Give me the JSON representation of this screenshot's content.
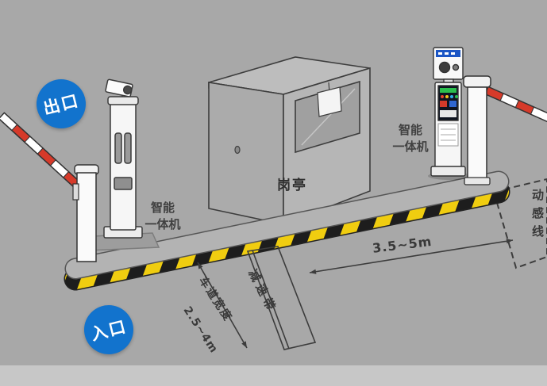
{
  "badges": {
    "exit": "出口",
    "entrance": "入口"
  },
  "booth": {
    "label": "岗亭"
  },
  "machines": {
    "left_label_line1": "智能",
    "left_label_line2": "一体机",
    "right_label_line1": "智能",
    "right_label_line2": "一体机"
  },
  "annotations": {
    "speed_bump": "减速带",
    "lane_width_label": "车道宽度",
    "lane_width_value": "2.5~4m",
    "distance_value": "3.5~5m",
    "sensor_line": "动感线"
  },
  "colors": {
    "road": "#a8a8a8",
    "road_edge_light": "#c7c7c7",
    "badge_blue": "#1273cd",
    "island_yellow": "#f0cd10",
    "island_black": "#1d1d1d",
    "barrier_red": "#d63a2a",
    "annotation_dark": "#3c3c3c",
    "machine_white": "#f6f6f6"
  }
}
